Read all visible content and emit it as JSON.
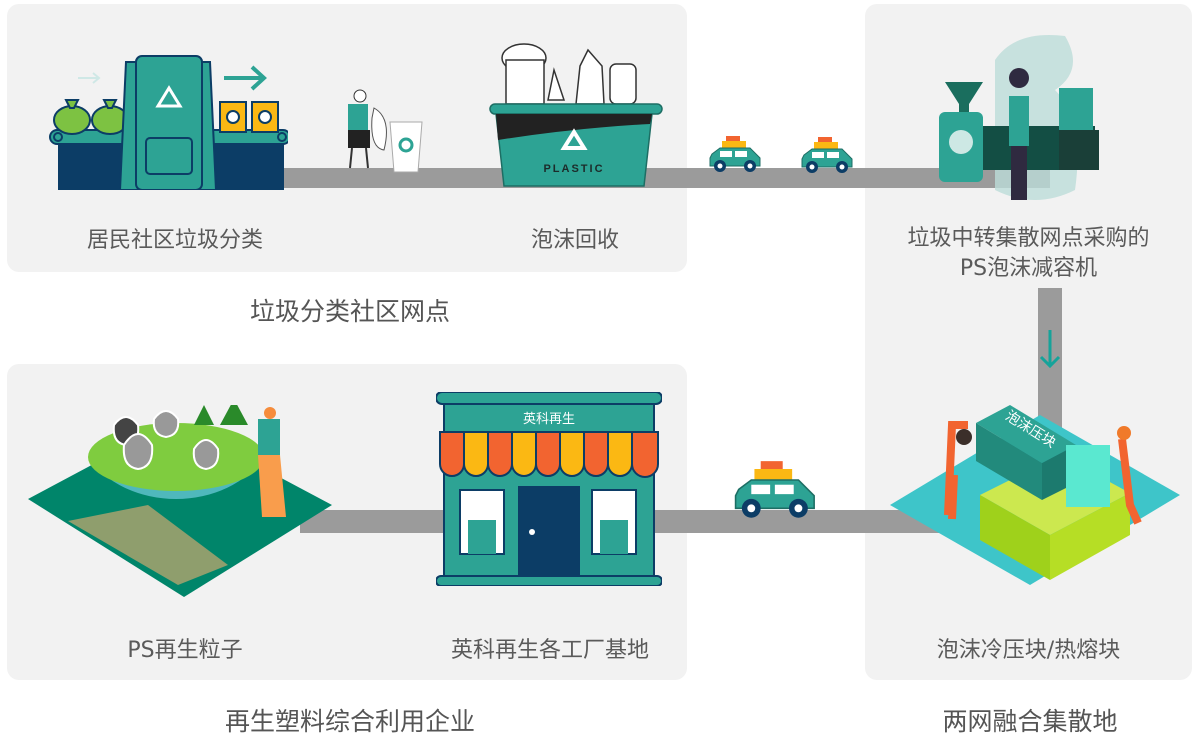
{
  "diagram": {
    "groups": [
      {
        "id": "community",
        "title": "垃圾分类社区网点"
      },
      {
        "id": "enterprise",
        "title": "再生塑料综合利用企业"
      },
      {
        "id": "hub",
        "title": "两网融合集散地"
      }
    ],
    "nodes": [
      {
        "id": "sorting",
        "label": "居民社区垃圾分类",
        "icon": "conveyor-recycle-machine-icon"
      },
      {
        "id": "collection",
        "label": "泡沫回收",
        "icon": "plastic-recycling-bin-icon",
        "bin_text": "PLASTIC"
      },
      {
        "id": "compactor",
        "label_line1": "垃圾中转集散网点采购的",
        "label_line2": "PS泡沫减容机",
        "icon": "foam-compactor-machine-icon"
      },
      {
        "id": "blocks",
        "label": "泡沫冷压块/热熔块",
        "icon": "foam-block-stack-icon",
        "block_text": "泡沫压块"
      },
      {
        "id": "factory",
        "label": "英科再生各工厂基地",
        "icon": "factory-storefront-icon",
        "sign_text": "英科再生"
      },
      {
        "id": "pellets",
        "label": "PS再生粒子",
        "icon": "recycled-pellets-globe-icon"
      }
    ],
    "flow": [
      "sorting",
      "collection",
      "compactor",
      "blocks",
      "factory",
      "pellets"
    ],
    "colors": {
      "panel_bg": "#f2f2f2",
      "road": "#9b9b9b",
      "teal": "#2da394",
      "navy": "#0c3d66",
      "lime": "#7dc242",
      "orange": "#f26430",
      "yellow": "#fbb813",
      "arrow": "#16a39a"
    }
  }
}
